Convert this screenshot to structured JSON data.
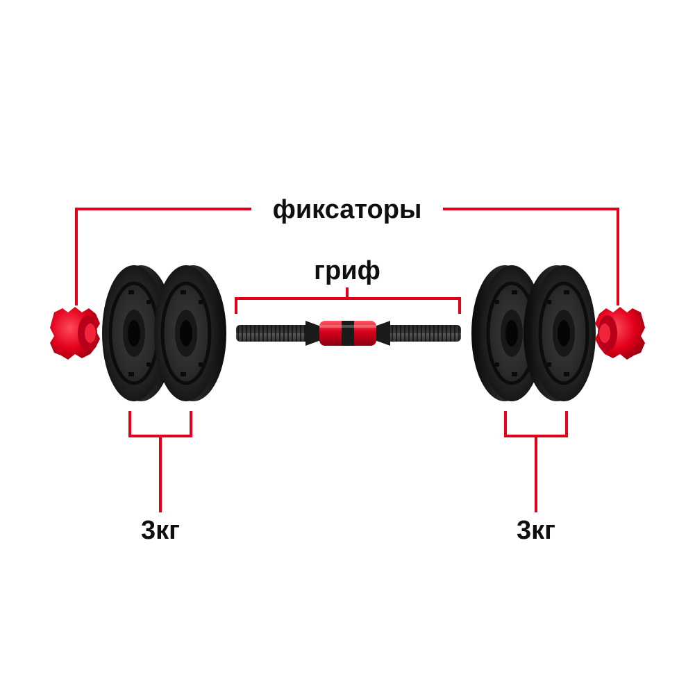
{
  "labels": {
    "fixators": "фиксаторы",
    "bar": "гриф",
    "weight_left": "3кг",
    "weight_right": "3кг"
  },
  "colors": {
    "accent_red": "#e3001b",
    "plate_black": "#1a1a1a",
    "text": "#0f0f0f",
    "background": "#ffffff"
  },
  "icons": {
    "plate": "weight-plate-icon",
    "collar": "collar-icon",
    "bar": "dumbbell-bar-icon"
  }
}
